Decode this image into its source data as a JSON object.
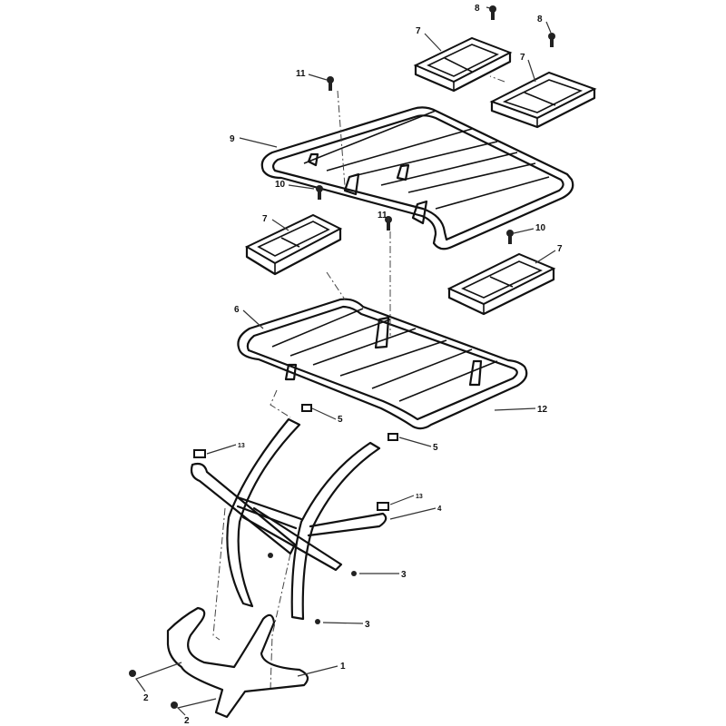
{
  "diagram": {
    "title": "Carrier rack exploded parts diagram"
  },
  "callouts": {
    "c8a": "8",
    "c8b": "8",
    "c7a": "7",
    "c7b": "7",
    "c7c": "7",
    "c7d": "7",
    "c11a": "11",
    "c11b": "11",
    "c9": "9",
    "c10a": "10",
    "c10b": "10",
    "c6": "6",
    "c12": "12",
    "c5a": "5",
    "c5b": "5",
    "c13a": "13",
    "c13b": "13",
    "c4": "4",
    "c3a": "3",
    "c3b": "3",
    "c1": "1",
    "c2a": "2",
    "c2b": "2"
  }
}
